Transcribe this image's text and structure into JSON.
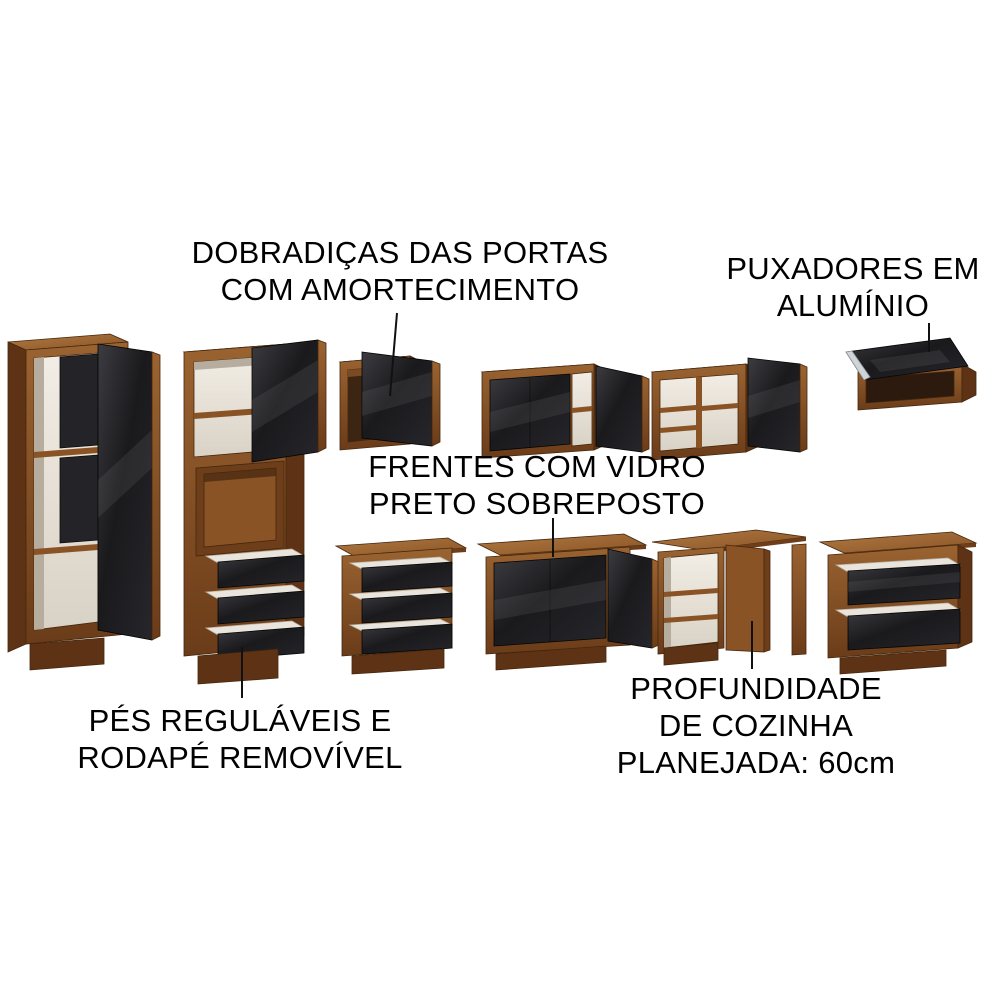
{
  "annotations": {
    "hinges": {
      "line1": "DOBRADIÇAS DAS PORTAS",
      "line2": "COM AMORTECIMENTO"
    },
    "handles": {
      "line1": "PUXADORES EM",
      "line2": "ALUMÍNIO"
    },
    "glass_front": {
      "line1": "FRENTES COM VIDRO",
      "line2": "PRETO SOBREPOSTO"
    },
    "feet": {
      "line1": "PÉS REGULÁVEIS E",
      "line2": "RODAPÉ REMOVÍVEL"
    },
    "depth": {
      "line1": "PROFUNDIDADE",
      "line2": "DE COZINHA",
      "line3": "PLANEJADA: 60cm"
    }
  },
  "colors": {
    "background": "#ffffff",
    "text": "#000000",
    "leader_line": "#111111",
    "wood": "#7c4a22",
    "wood_light": "#9a6331",
    "wood_dark": "#5e3315",
    "black_glass": "#1d1d1f",
    "interior": "#e9e3da",
    "aluminum": "#cfd4d9"
  },
  "illustration": {
    "pieces": [
      "tall-storage-cabinet-with-glass-door",
      "tall-oven-tower-with-drawers",
      "single-door-wall-cabinet",
      "double-door-wall-cabinet",
      "corner-wall-cabinet",
      "lift-door-wall-cabinet",
      "three-drawer-base-cabinet",
      "double-door-base-cabinet",
      "corner-base-cabinet-with-countertop",
      "two-drawer-base-cabinet"
    ]
  }
}
